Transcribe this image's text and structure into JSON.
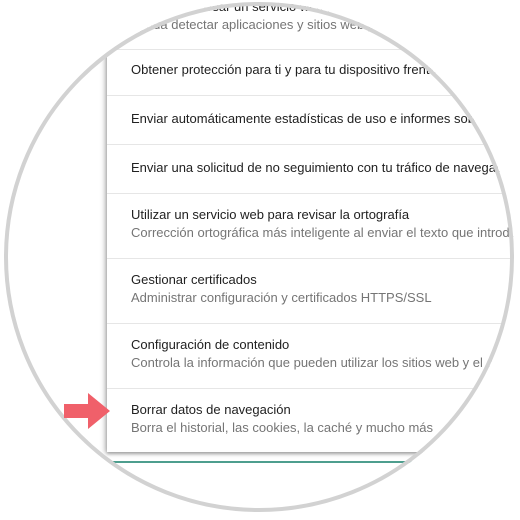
{
  "settings": {
    "items": [
      {
        "title": "Usar un servicio web para ayudar a resolver errores de navegación... automáticamente informes",
        "subtitle": "Ayuda detectar aplicaciones y sitios web peligrosos"
      },
      {
        "title": "Obtener protección para ti y para tu dispositivo frente a sitios peligrosos",
        "subtitle": ""
      },
      {
        "title": "Enviar automáticamente estadísticas de uso e informes sobre fallos a Google",
        "subtitle": ""
      },
      {
        "title": "Enviar una solicitud de no seguimiento con tu tráfico de navegación",
        "subtitle": ""
      },
      {
        "title": "Utilizar un servicio web para revisar la ortografía",
        "subtitle": "Corrección ortográfica más inteligente al enviar el texto que introduces"
      },
      {
        "title": "Gestionar certificados",
        "subtitle": "Administrar configuración y certificados HTTPS/SSL"
      },
      {
        "title": "Configuración de contenido",
        "subtitle": "Controla la información que pueden utilizar los sitios web y el contenido"
      },
      {
        "title": "Borrar datos de navegación",
        "subtitle": "Borra el historial, las cookies, la caché y mucho más"
      }
    ]
  },
  "annotation": {
    "arrow_icon": "arrow-right-icon",
    "arrow_color": "#f0606a"
  },
  "colors": {
    "title_text": "#212121",
    "subtitle_text": "#757575",
    "divider": "#e6e6e6",
    "ring": "#d2d2d2",
    "accent_line": "#4e9e8e"
  }
}
